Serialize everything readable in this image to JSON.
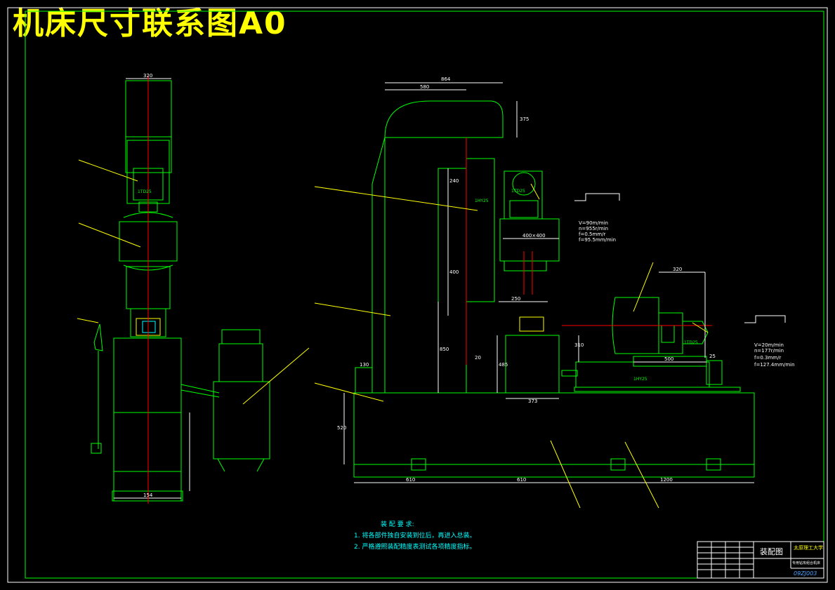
{
  "drawing": {
    "title": "机床尺寸联系图A0",
    "colors": {
      "background": "#000000",
      "outline": "#00ff00",
      "frame": "#ffffff",
      "title": "#ffff00",
      "centerline": "#ff0000",
      "notes": "#00ffff"
    }
  },
  "labels": {
    "side_1td25": "1TD25",
    "front_1td25": "1TD25",
    "front_1hy25": "1HY25",
    "right_1td25": "1TD25",
    "right_1hy25": "1HY25"
  },
  "dimensions": {
    "left_top": "320",
    "left_bottom": "154",
    "front_top": "864",
    "front_top_inner": "580",
    "front_right_v": "375",
    "front_mid_v": "240",
    "front_400": "400",
    "front_250": "250",
    "front_400x400": "400×400",
    "front_850": "850",
    "front_20": "20",
    "front_485": "485",
    "front_373": "373",
    "front_130": "130",
    "base_520": "520",
    "base_610a": "610",
    "base_610b": "610",
    "base_1200": "1200",
    "right_320": "320",
    "right_500": "500",
    "right_310": "310",
    "right_25": "25"
  },
  "cutting_params_1": [
    "V=90m/min",
    "n=955r/min",
    "f=0.5mm/r",
    "f=95.5mm/min"
  ],
  "cutting_params_2": [
    "V=20m/min",
    "n=177r/min",
    "f=0.3mm/r",
    "f=127.4mm/min"
  ],
  "requirements": {
    "heading": "装 配 要 求:",
    "items": [
      "1. 将各部件独自安装到位后，再进入总装。",
      "2. 严格遵照装配精度表测试各项精度指标。"
    ]
  },
  "title_block": {
    "drawing_name": "装配图",
    "school": "太原理工大学",
    "product": "专用钻攻组合机床",
    "drawing_no": "09ZJ003"
  }
}
